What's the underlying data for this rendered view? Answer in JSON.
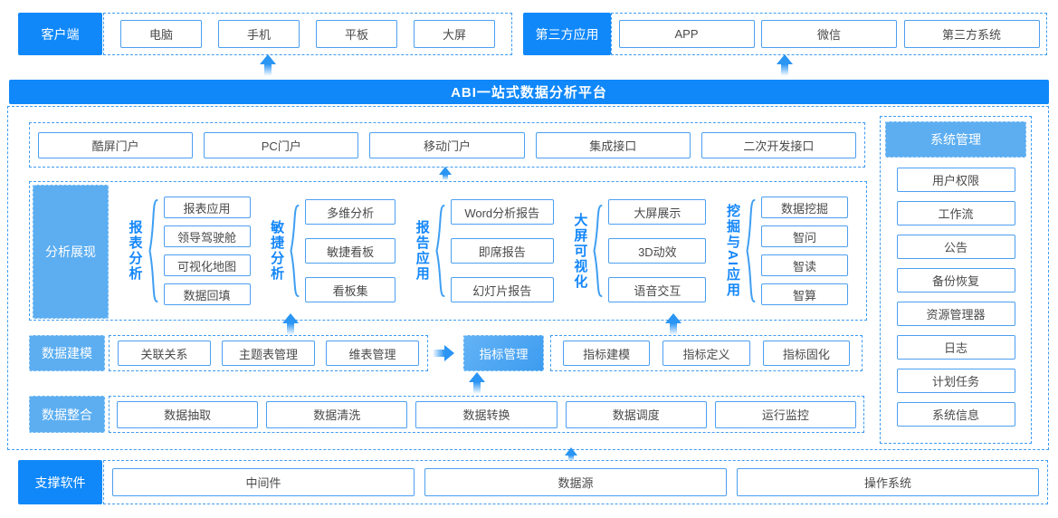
{
  "colors": {
    "primary_blue": "#1088fa",
    "light_blue": "#5caef1",
    "border_blue": "#4c9ff1",
    "arrow_blue": "#2b95f3",
    "text_dark": "#4a4a4a"
  },
  "client": {
    "label": "客户端",
    "items": [
      "电脑",
      "手机",
      "平板",
      "大屏"
    ]
  },
  "third_party": {
    "label": "第三方应用",
    "items": [
      "APP",
      "微信",
      "第三方系统"
    ]
  },
  "banner": {
    "title": "ABI一站式数据分析平台"
  },
  "portals": {
    "items": [
      "酷屏门户",
      "PC门户",
      "移动门户",
      "集成接口",
      "二次开发接口"
    ]
  },
  "analysis": {
    "label": "分析展现",
    "groups": [
      {
        "name": "报表分析",
        "items": [
          "报表应用",
          "领导驾驶舱",
          "可视化地图",
          "数据回填"
        ]
      },
      {
        "name": "敏捷分析",
        "items": [
          "多维分析",
          "敏捷看板",
          "看板集"
        ]
      },
      {
        "name": "报告应用",
        "items": [
          "Word分析报告",
          "即席报告",
          "幻灯片报告"
        ]
      },
      {
        "name": "大屏可视化",
        "items": [
          "大屏展示",
          "3D动效",
          "语音交互"
        ]
      },
      {
        "name": "挖掘与AI应用",
        "items": [
          "数据挖掘",
          "智问",
          "智读",
          "智算"
        ]
      }
    ]
  },
  "modeling": {
    "label": "数据建模",
    "items": [
      "关联关系",
      "主题表管理",
      "维表管理"
    ]
  },
  "indicator": {
    "label": "指标管理",
    "items": [
      "指标建模",
      "指标定义",
      "指标固化"
    ]
  },
  "integration": {
    "label": "数据整合",
    "items": [
      "数据抽取",
      "数据清洗",
      "数据转换",
      "数据调度",
      "运行监控"
    ]
  },
  "system": {
    "label": "系统管理",
    "items": [
      "用户权限",
      "工作流",
      "公告",
      "备份恢复",
      "资源管理器",
      "日志",
      "计划任务",
      "系统信息"
    ]
  },
  "support": {
    "label": "支撑软件",
    "items": [
      "中间件",
      "数据源",
      "操作系统"
    ]
  }
}
